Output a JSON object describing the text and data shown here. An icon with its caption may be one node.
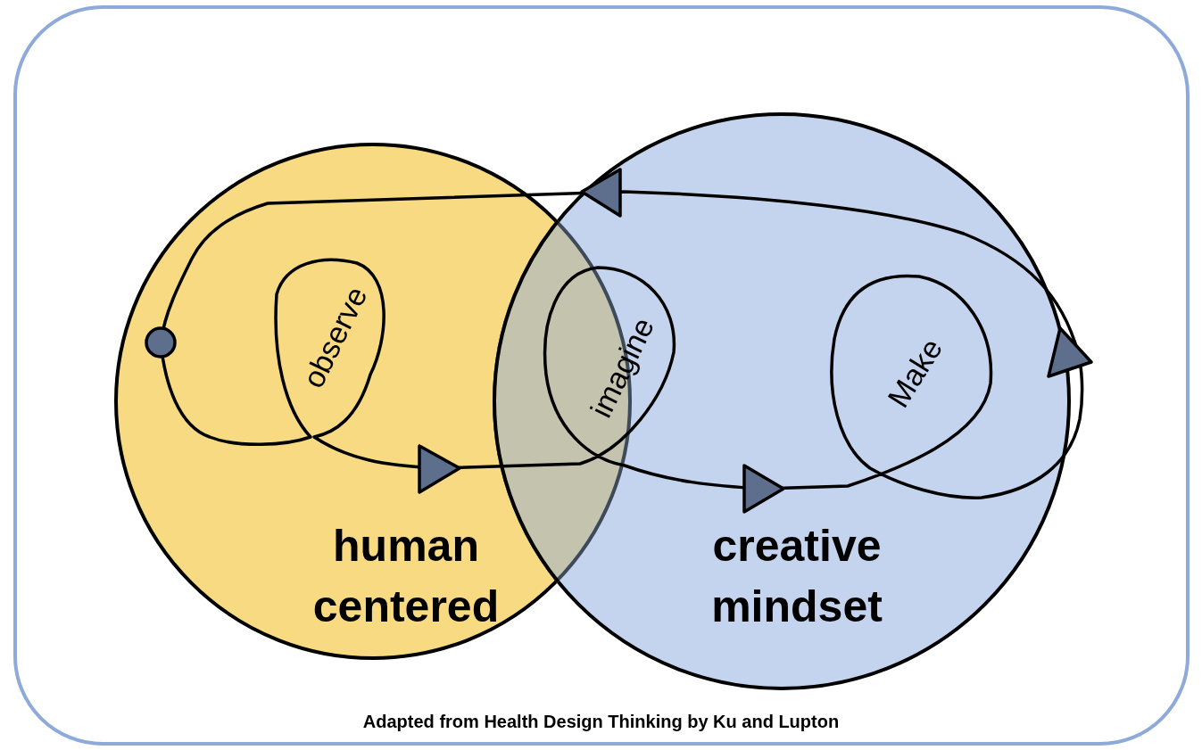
{
  "diagram": {
    "nodes": [
      {
        "text": [
          "human centered"
        ]
      },
      {
        "text": [
          "creative mindset"
        ]
      }
    ],
    "labels": [
      "observe",
      "imagine",
      "Make"
    ],
    "caption": "Adapted from Health Design Thinking by Ku and Lupton"
  }
}
